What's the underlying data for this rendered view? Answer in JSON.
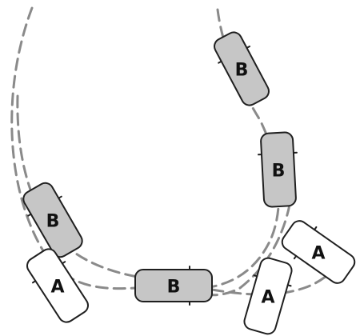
{
  "cars": [
    {
      "id": "b-top",
      "label": "B",
      "color": "#c6c6c6"
    },
    {
      "id": "b-right",
      "label": "B",
      "color": "#c6c6c6"
    },
    {
      "id": "b-left",
      "label": "B",
      "color": "#c6c6c6"
    },
    {
      "id": "b-bottom",
      "label": "B",
      "color": "#c6c6c6"
    },
    {
      "id": "a-left",
      "label": "A",
      "color": "#ffffff"
    },
    {
      "id": "a-right-upper",
      "label": "A",
      "color": "#ffffff"
    },
    {
      "id": "a-right-lower",
      "label": "A",
      "color": "#ffffff"
    }
  ],
  "path_color": "#8a8a8a"
}
